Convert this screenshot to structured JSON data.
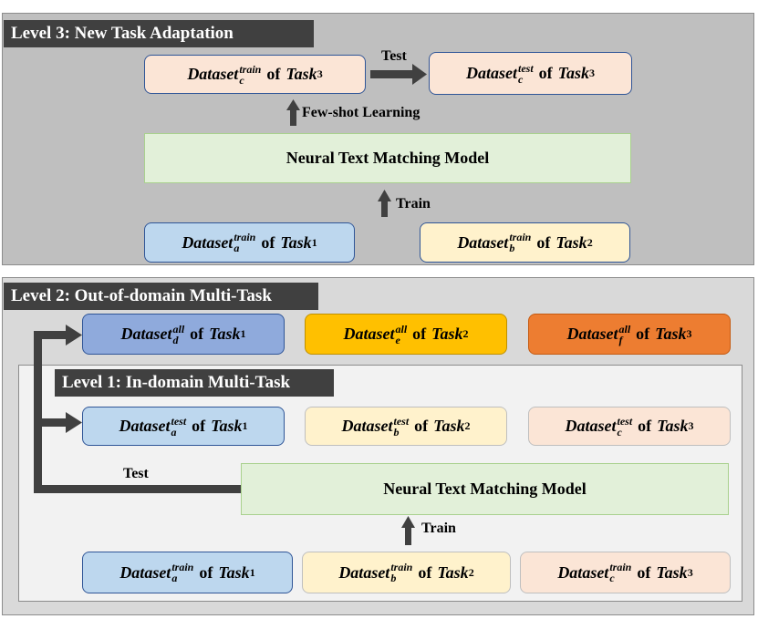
{
  "level3": {
    "title": "Level 3: New Task Adaptation",
    "top_left_box": {
      "dataset": "Dataset",
      "sup": "train",
      "sub": "c",
      "of": "of",
      "task": "Task",
      "n": "3"
    },
    "top_right_box": {
      "dataset": "Dataset",
      "sup": "test",
      "sub": "c",
      "of": "of",
      "task": "Task",
      "n": "3"
    },
    "test_label": "Test",
    "fewshot_label": "Few-shot Learning",
    "model_label": "Neural Text Matching Model",
    "train_label": "Train",
    "bottom_left_box": {
      "dataset": "Dataset",
      "sup": "train",
      "sub": "a",
      "of": "of",
      "task": "Task",
      "n": "1"
    },
    "bottom_right_box": {
      "dataset": "Dataset",
      "sup": "train",
      "sub": "b",
      "of": "of",
      "task": "Task",
      "n": "2"
    }
  },
  "level2": {
    "title": "Level 2: Out-of-domain Multi-Task",
    "boxes": [
      {
        "dataset": "Dataset",
        "sup": "all",
        "sub": "d",
        "of": "of",
        "task": "Task",
        "n": "1"
      },
      {
        "dataset": "Dataset",
        "sup": "all",
        "sub": "e",
        "of": "of",
        "task": "Task",
        "n": "2"
      },
      {
        "dataset": "Dataset",
        "sup": "all",
        "sub": "f",
        "of": "of",
        "task": "Task",
        "n": "3"
      }
    ]
  },
  "level1": {
    "title": "Level 1: In-domain Multi-Task",
    "test_boxes": [
      {
        "dataset": "Dataset",
        "sup": "test",
        "sub": "a",
        "of": "of",
        "task": "Task",
        "n": "1"
      },
      {
        "dataset": "Dataset",
        "sup": "test",
        "sub": "b",
        "of": "of",
        "task": "Task",
        "n": "2"
      },
      {
        "dataset": "Dataset",
        "sup": "test",
        "sub": "c",
        "of": "of",
        "task": "Task",
        "n": "3"
      }
    ],
    "test_label": "Test",
    "model_label": "Neural Text Matching Model",
    "train_label": "Train",
    "train_boxes": [
      {
        "dataset": "Dataset",
        "sup": "train",
        "sub": "a",
        "of": "of",
        "task": "Task",
        "n": "1"
      },
      {
        "dataset": "Dataset",
        "sup": "train",
        "sub": "b",
        "of": "of",
        "task": "Task",
        "n": "2"
      },
      {
        "dataset": "Dataset",
        "sup": "train",
        "sub": "c",
        "of": "of",
        "task": "Task",
        "n": "3"
      }
    ]
  },
  "colors": {
    "panel3_bg": "#bfbfbf",
    "panel2_bg": "#d9d9d9",
    "panel1_bg": "#f2f2f2",
    "title_bg": "#404040",
    "arrow": "#404040",
    "model_bg": "#e2f0d9",
    "blue_light": "#bdd7ee",
    "blue_mid": "#8faadc",
    "yellow_light": "#fff2cc",
    "gold": "#ffc000",
    "orange": "#ed7d31",
    "peach": "#fbe5d6"
  }
}
